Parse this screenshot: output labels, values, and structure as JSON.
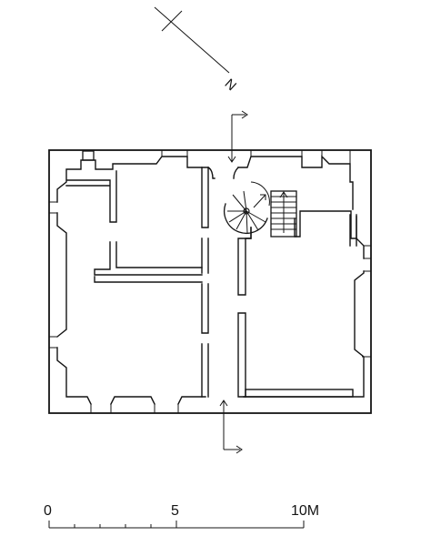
{
  "north_arrow": {
    "label": "N"
  },
  "scale_bar": {
    "labels": [
      "0",
      "5",
      "10M"
    ]
  },
  "colors": {
    "ink": "#141414",
    "paper": "#ffffff"
  }
}
